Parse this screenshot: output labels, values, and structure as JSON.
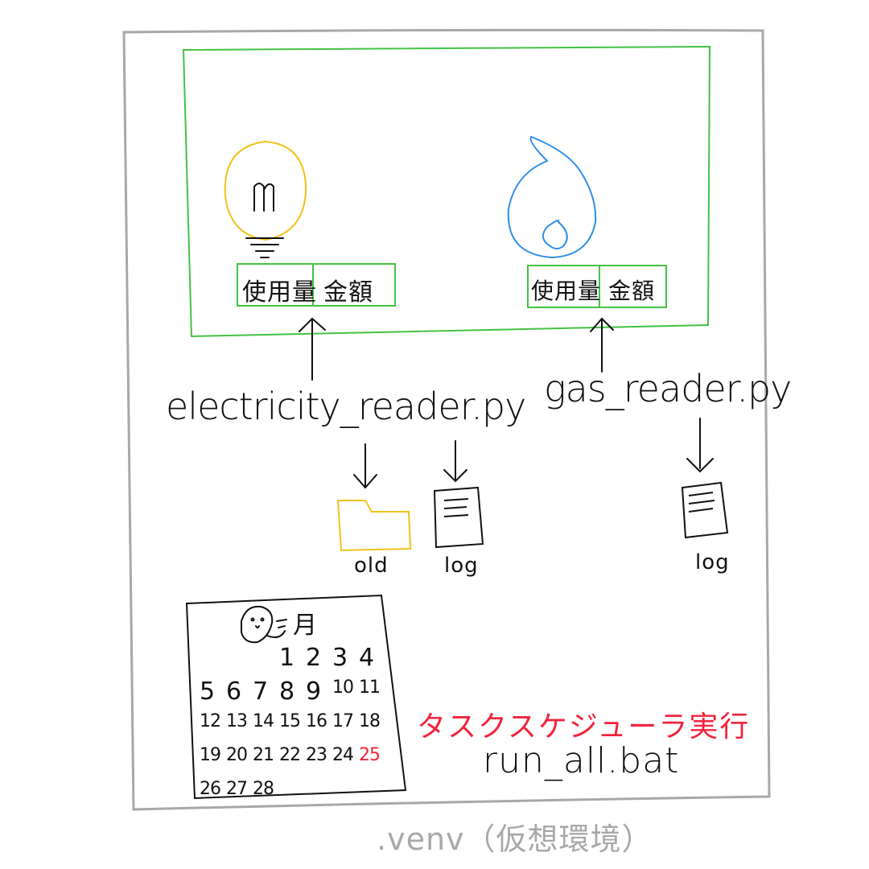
{
  "colors": {
    "frame": "#a8a8a8",
    "panel": "#44c244",
    "bulb": "#f2c21a",
    "flame": "#2b8ee8",
    "folder": "#f2c21a",
    "ink": "#111111",
    "highlight": "#f0243c"
  },
  "panel": {
    "electricity": {
      "icon": "light-bulb-icon",
      "cells": [
        "使用量",
        "金額"
      ]
    },
    "gas": {
      "icon": "flame-icon",
      "cells": [
        "使用量",
        "金額"
      ]
    }
  },
  "scripts": {
    "electricity": "electricity_reader.py",
    "gas": "gas_reader.py"
  },
  "outputs": {
    "electricity": [
      {
        "icon": "folder-icon",
        "label": "old"
      },
      {
        "icon": "document-icon",
        "label": "log"
      }
    ],
    "gas": [
      {
        "icon": "document-icon",
        "label": "log"
      }
    ]
  },
  "calendar": {
    "icon": "mascot-icon",
    "month_label": "月",
    "rows": [
      [
        "",
        "",
        "",
        "1",
        "2",
        "3",
        "4"
      ],
      [
        "5",
        "6",
        "7",
        "8",
        "9",
        "10",
        "11"
      ],
      [
        "12",
        "13",
        "14",
        "15",
        "16",
        "17",
        "18"
      ],
      [
        "19",
        "20",
        "21",
        "22",
        "23",
        "24",
        "25"
      ],
      [
        "26",
        "27",
        "28",
        "",
        "",
        "",
        ""
      ]
    ],
    "highlighted_day": "25"
  },
  "scheduler": {
    "label": "タスクスケジューラ実行",
    "command": "run_all.bat"
  },
  "environment_label": ".venv（仮想環境）"
}
